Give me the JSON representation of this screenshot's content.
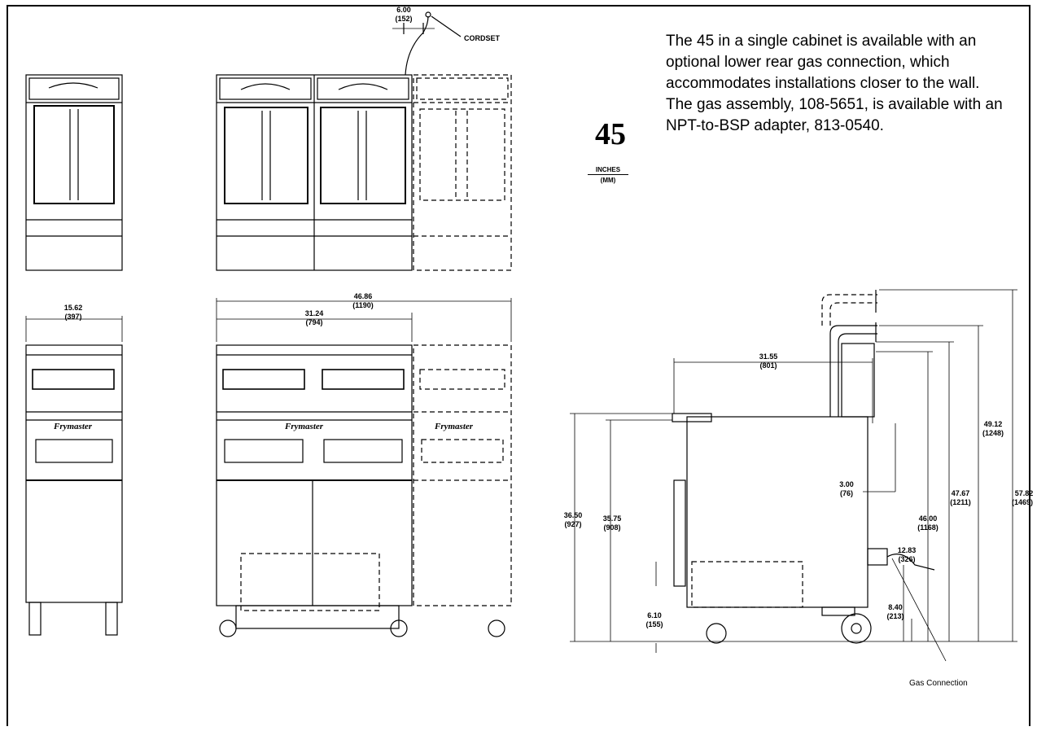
{
  "model": "45",
  "units": {
    "top": "INCHES",
    "bottom": "(MM)"
  },
  "description": "The 45 in a single cabinet is available with an optional lower rear gas connection, which accommodates installations closer to the wall. The gas assembly, 108-5651, is available with an NPT-to-BSP adapter, 813-0540.",
  "labels": {
    "cordset": "CORDSET",
    "gas_connection": "Gas Connection",
    "brand": "Frymaster"
  },
  "dimensions": {
    "cord_offset": [
      "6.00",
      "(152)"
    ],
    "single_width": [
      "15.62",
      "(397)"
    ],
    "overall_width": [
      "46.86",
      "(1190)"
    ],
    "double_width": [
      "31.24",
      "(794)"
    ],
    "depth": [
      "31.55",
      "(801)"
    ],
    "rear_offset": [
      "3.00",
      "(76)"
    ],
    "height_total": [
      "57.82",
      "(1469)"
    ],
    "height_flue_upper": [
      "49.12",
      "(1248)"
    ],
    "height_flue": [
      "47.67",
      "(1211)"
    ],
    "height_back": [
      "46.00",
      "(1168)"
    ],
    "height_top": [
      "36.50",
      "(927)"
    ],
    "height_worktop": [
      "35.75",
      "(908)"
    ],
    "gas_height": [
      "12.83",
      "(326)"
    ],
    "gas_low": [
      "8.40",
      "(213)"
    ],
    "caster_height": [
      "6.10",
      "(155)"
    ]
  }
}
